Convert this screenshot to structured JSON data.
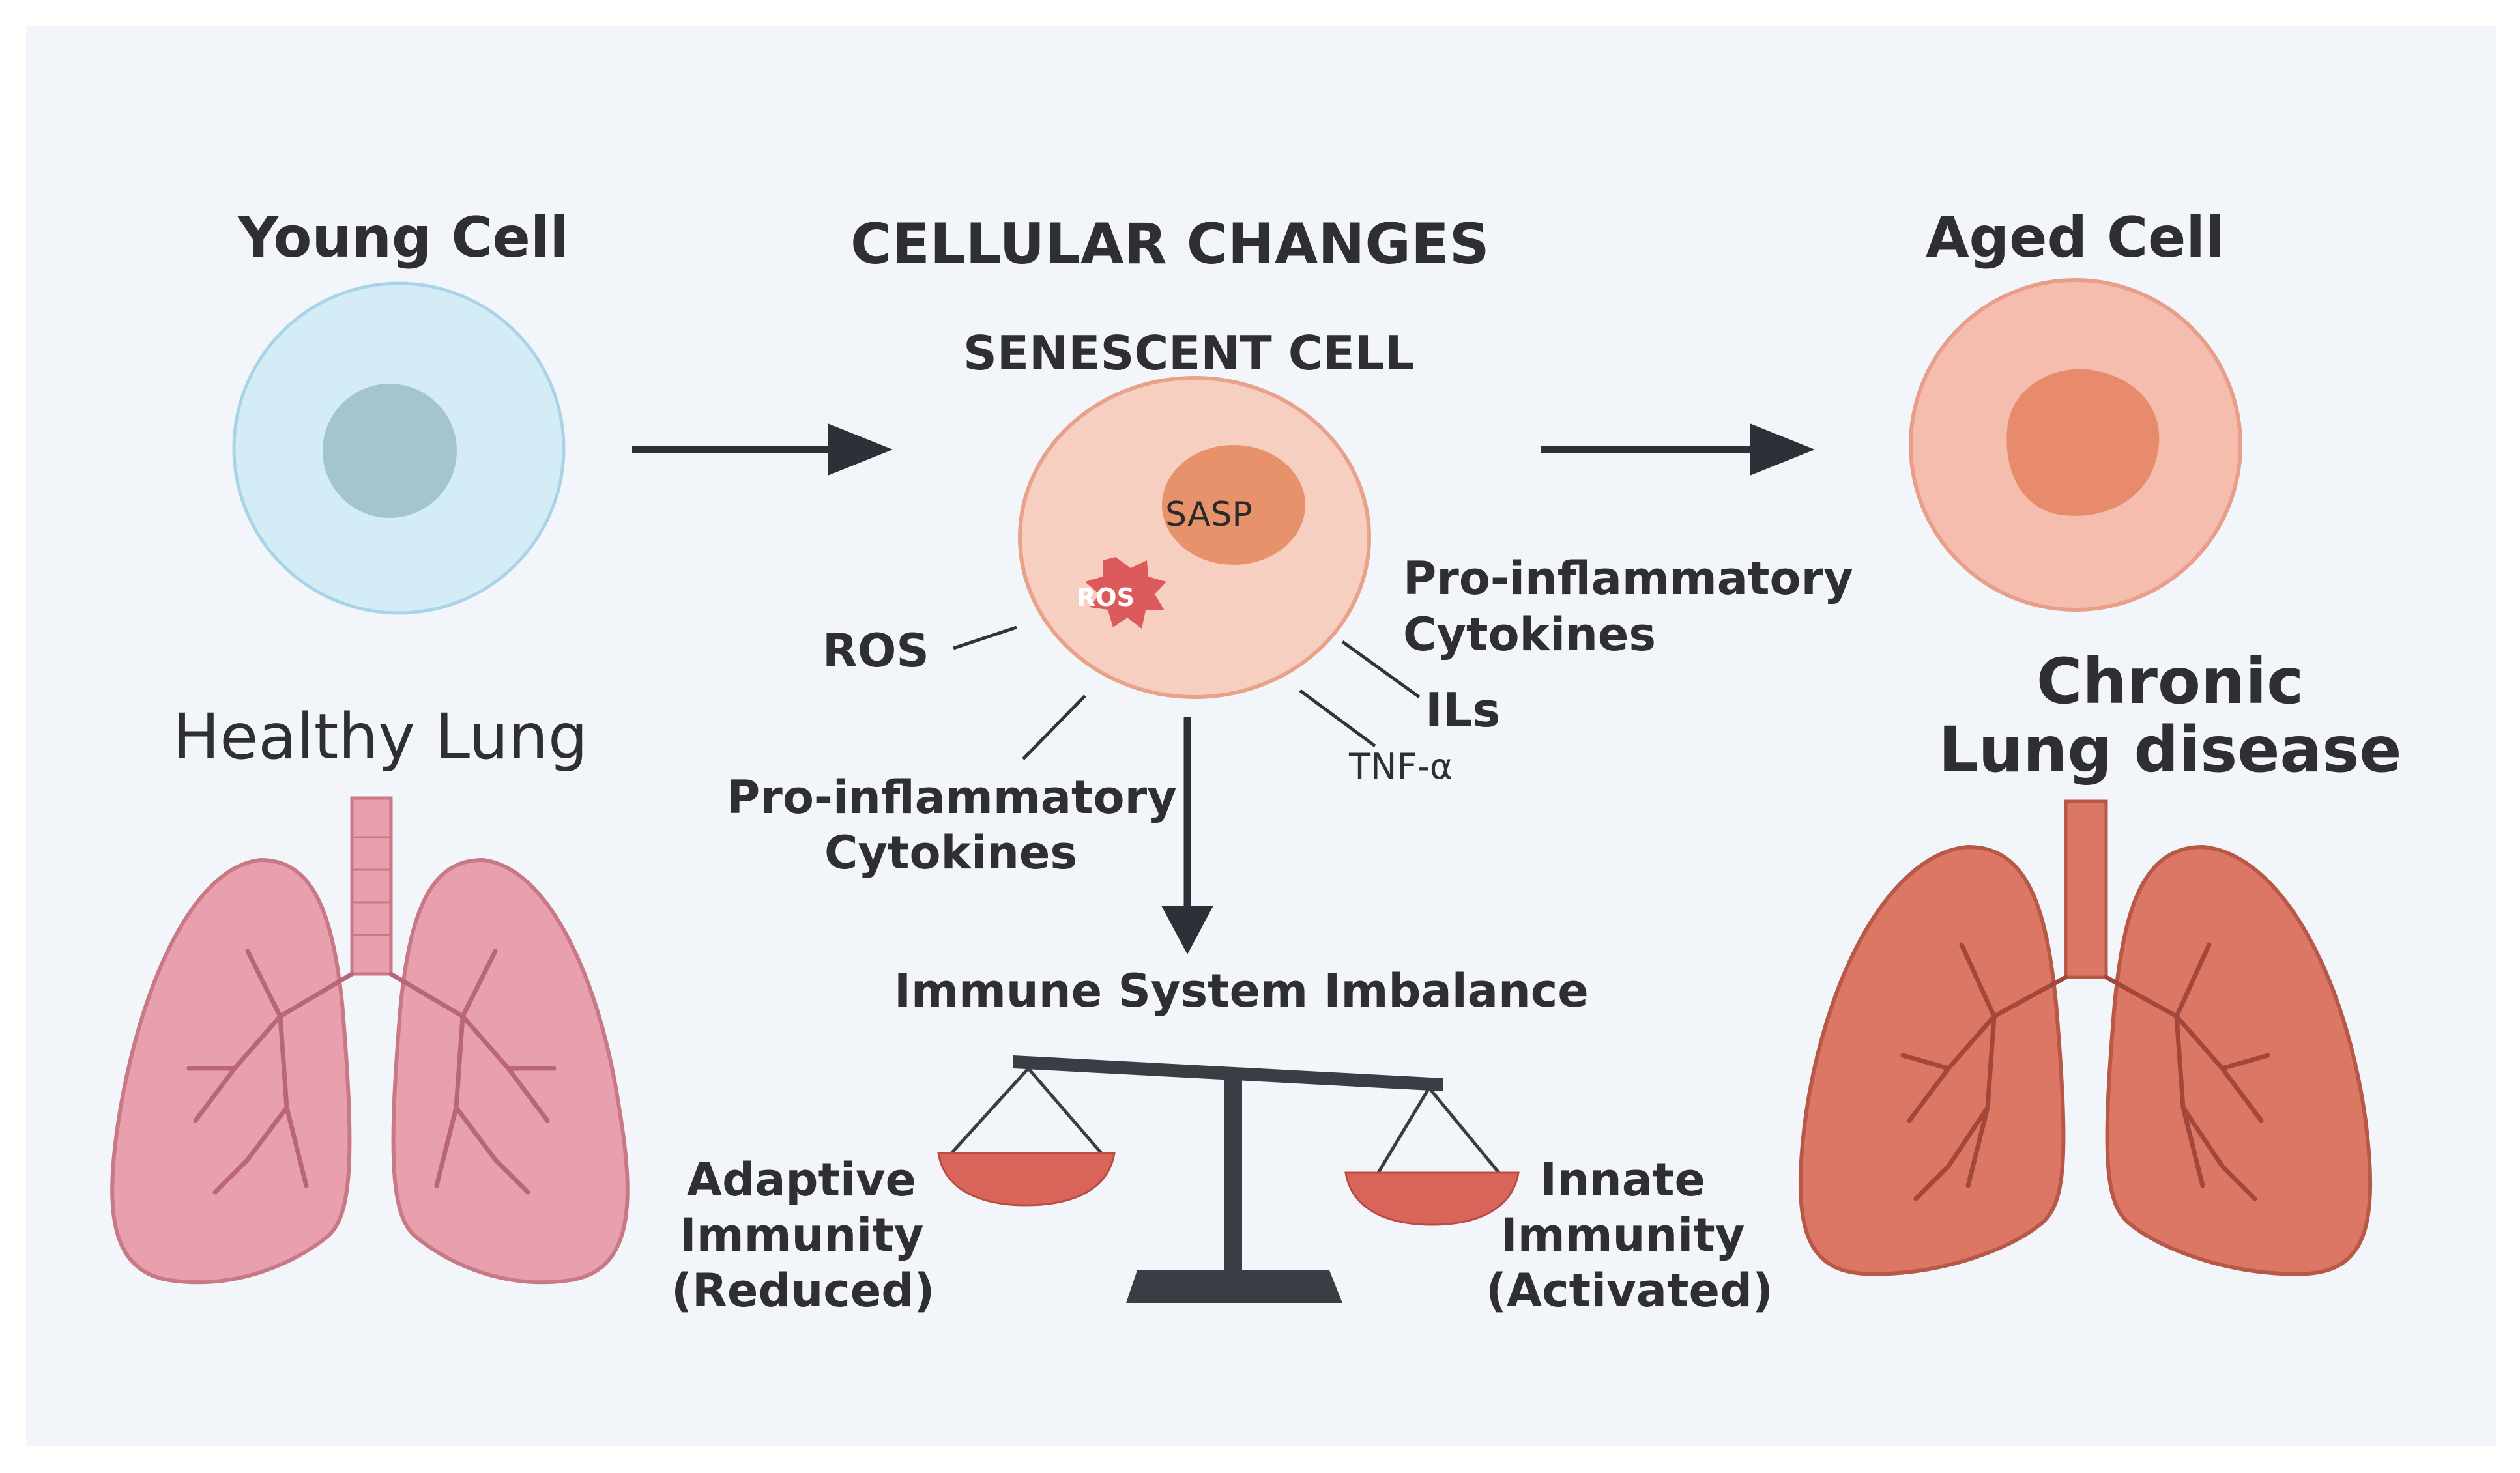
{
  "headings": {
    "young_cell": "Young Cell",
    "cellular_changes": "CELLULAR CHANGES",
    "aged_cell": "Aged Cell",
    "senescent_cell": "SENESCENT CELL"
  },
  "senescent": {
    "sasp": "SASP",
    "ros_badge": "ROS",
    "ros_label": "ROS",
    "pro_inflam_right_1": "Pro-inflammatory",
    "pro_inflam_right_2": "Cytokines",
    "ils": "ILs",
    "tnf": "TNF-α",
    "pro_inflam_bottom_1": "Pro-inflammatory",
    "pro_inflam_bottom_2": "Cytokines"
  },
  "lungs": {
    "healthy": "Healthy Lung",
    "chronic_1": "Chronic",
    "chronic_2": "Lung disease"
  },
  "immune": {
    "title": "Immune System Imbalance",
    "adaptive_1": "Adaptive",
    "adaptive_2": "Immunity",
    "adaptive_3": "(Reduced)",
    "innate_1": "Innate",
    "innate_2": "Immunity",
    "innate_3": "(Activated)"
  },
  "colors": {
    "young_cell": "#d4ecf6",
    "young_nucleus": "#a3c5cb",
    "senescent_cell": "#f7cfc1",
    "sasp_nucleus": "#e8926c",
    "ros_star": "#dd5a5c",
    "aged_cell": "#f5bdae",
    "aged_nucleus": "#e88b6c",
    "healthy_lung": "#e8a0ae",
    "diseased_lung": "#dc7765",
    "scale_pan": "#d9645a",
    "arrow": "#2c3138"
  }
}
